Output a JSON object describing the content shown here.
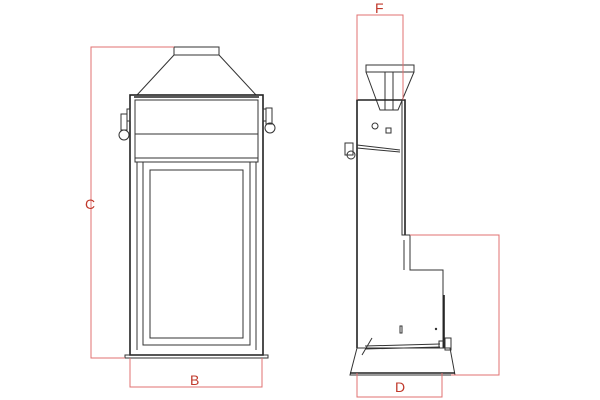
{
  "labels": {
    "c": "C",
    "b": "B",
    "f": "F",
    "d": "D"
  },
  "colors": {
    "dimension": "#e07070",
    "label": "#c0392b",
    "line": "#333333"
  }
}
